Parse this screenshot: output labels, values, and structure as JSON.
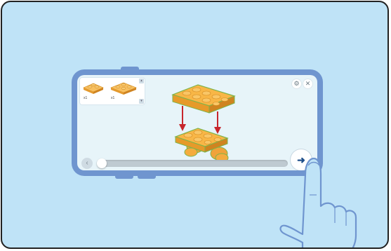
{
  "thumbnails": [
    {
      "label": "x1",
      "icon": "brick-2x2-icon"
    },
    {
      "label": "x1",
      "icon": "brick-2x4-icon"
    }
  ],
  "controls": {
    "settings_icon": "gear-icon",
    "close_icon": "close-icon",
    "prev_icon": "chevron-left-icon",
    "next_icon": "next-arrow-icon"
  },
  "progress": 0.0,
  "colors": {
    "background": "#bfe3f7",
    "phone": "#6f95cf",
    "brick": "#f6b346",
    "arrow": "#c7262c"
  }
}
